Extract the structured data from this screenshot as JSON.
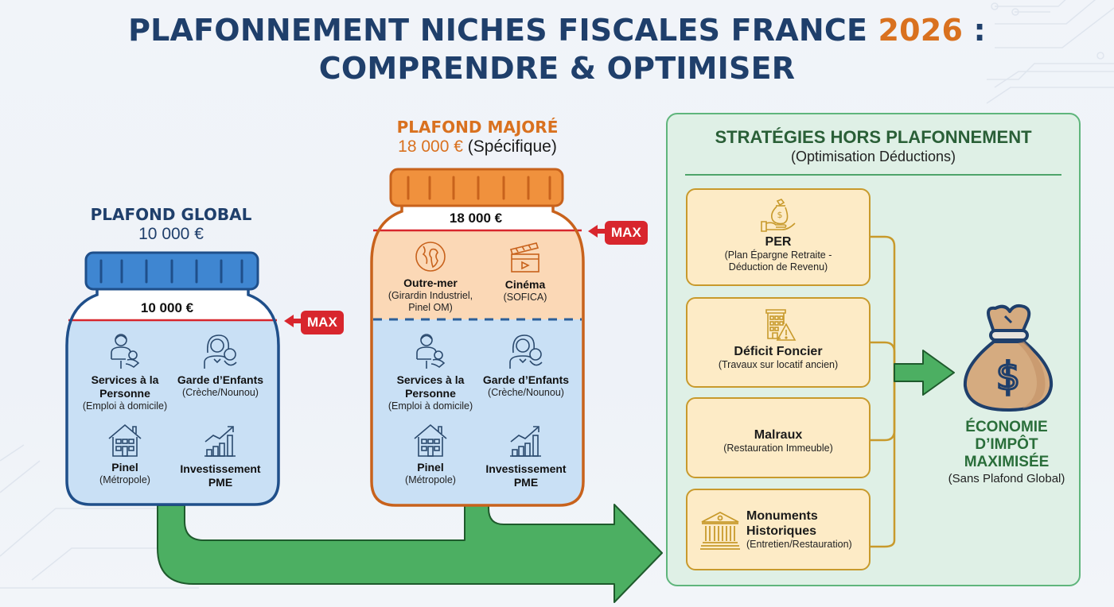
{
  "title": {
    "line1_prefix": "PLAFONNEMENT NICHES FISCALES FRANCE ",
    "year": "2026",
    "line1_suffix": " :",
    "line2": "COMPRENDRE & OPTIMISER"
  },
  "colors": {
    "navy": "#1f3f6b",
    "orange": "#d9711f",
    "red_max": "#d8262d",
    "green_arrow": "#4caf62",
    "panel_green": "#dff0e6",
    "strategy_fill": "#fdebc6",
    "strategy_border": "#c89a2c"
  },
  "global_jar": {
    "title": "PLAFOND GLOBAL",
    "amount": "10 000 €",
    "cap_label": "10 000 €",
    "max_badge": "MAX",
    "items": [
      {
        "name": "Services à la Personne",
        "detail": "(Emploi à domicile)",
        "icon": "caregiver-icon"
      },
      {
        "name": "Garde d’Enfants",
        "detail": "(Crèche/Nounou)",
        "icon": "mother-child-icon"
      },
      {
        "name": "Pinel",
        "detail": "(Métropole)",
        "icon": "house-icon"
      },
      {
        "name": "Investissement PME",
        "detail": "",
        "icon": "growth-chart-icon"
      }
    ]
  },
  "majored_jar": {
    "title": "PLAFOND MAJORÉ",
    "amount": "18 000 €",
    "amount_note": "(Spécifique)",
    "cap_label": "18 000 €",
    "max_badge": "MAX",
    "top_items": [
      {
        "name": "Outre-mer",
        "detail": "(Girardin Industriel, Pinel OM)",
        "icon": "globe-icon"
      },
      {
        "name": "Cinéma",
        "detail": "(SOFICA)",
        "icon": "clapperboard-icon"
      }
    ],
    "items": [
      {
        "name": "Services à la Personne",
        "detail": "(Emploi à domicile)",
        "icon": "caregiver-icon"
      },
      {
        "name": "Garde d’Enfants",
        "detail": "(Crèche/Nounou)",
        "icon": "mother-child-icon"
      },
      {
        "name": "Pinel",
        "detail": "(Métropole)",
        "icon": "house-icon"
      },
      {
        "name": "Investissement PME",
        "detail": "",
        "icon": "growth-chart-icon"
      }
    ]
  },
  "strategies": {
    "title": "STRATÉGIES HORS PLAFONNEMENT",
    "subtitle": "(Optimisation Déductions)",
    "items": [
      {
        "name": "PER",
        "detail": "(Plan Épargne Retraite - Déduction de Revenu)",
        "icon": "money-bag-hand-icon"
      },
      {
        "name": "Déficit Foncier",
        "detail": "(Travaux sur locatif ancien)",
        "icon": "building-warning-icon"
      },
      {
        "name": "Malraux",
        "detail": "(Restauration Immeuble)"
      },
      {
        "name": "Monuments Historiques",
        "detail": "(Entretien/Restauration)",
        "icon": "monument-icon"
      }
    ]
  },
  "result": {
    "title": "ÉCONOMIE D’IMPÔT MAXIMISÉE",
    "subtitle": "(Sans Plafond Global)",
    "icon": "money-bag-dollar-icon"
  }
}
